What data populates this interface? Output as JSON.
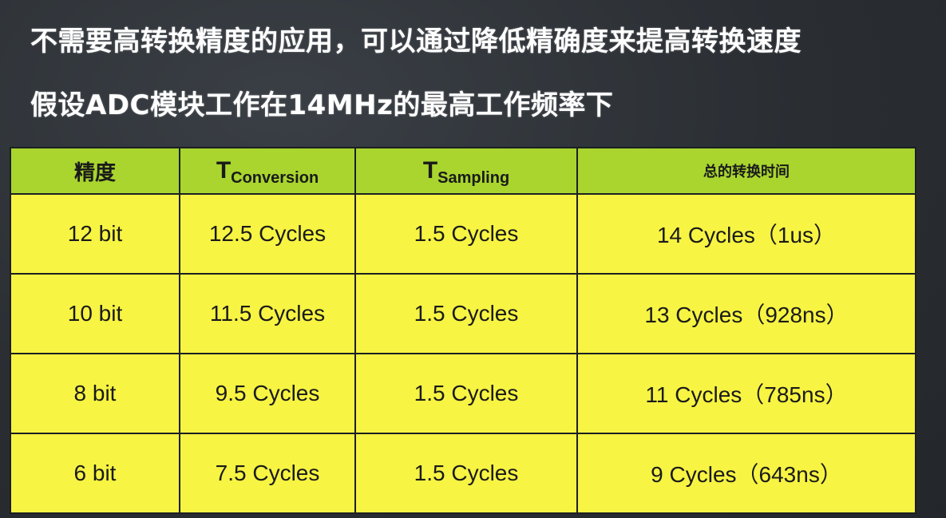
{
  "slide": {
    "line1": "不需要高转换精度的应用，可以通过降低精确度来提高转换速度",
    "line2": "假设ADC模块工作在14MHz的最高工作频率下"
  },
  "table": {
    "headers": {
      "precision": "精度",
      "t_conversion_main": "T",
      "t_conversion_sub": "Conversion",
      "t_sampling_main": "T",
      "t_sampling_sub": "Sampling",
      "total_time": "总的转换时间"
    },
    "rows": [
      {
        "precision": "12 bit",
        "conversion": "12.5 Cycles",
        "sampling": "1.5 Cycles",
        "total": "14 Cycles（1us）"
      },
      {
        "precision": "10 bit",
        "conversion": "11.5 Cycles",
        "sampling": "1.5 Cycles",
        "total": "13 Cycles（928ns）"
      },
      {
        "precision": "8 bit",
        "conversion": "9.5 Cycles",
        "sampling": "1.5 Cycles",
        "total": "11 Cycles（785ns）"
      },
      {
        "precision": "6 bit",
        "conversion": "7.5 Cycles",
        "sampling": "1.5 Cycles",
        "total": "9 Cycles（643ns）"
      }
    ]
  },
  "colors": {
    "background": "#2b2f34",
    "header_fill": "#a9d52e",
    "cell_fill": "#f7f443",
    "text_light": "#ffffff",
    "text_dark": "#1a1a1a"
  }
}
